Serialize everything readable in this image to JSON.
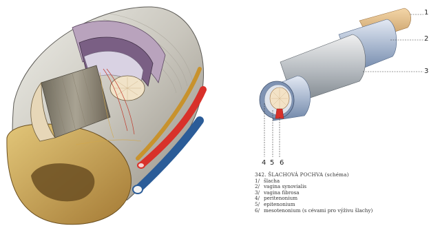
{
  "figure": {
    "callouts": [
      "1",
      "2",
      "3",
      "4",
      "5",
      "6"
    ],
    "caption_title": "342. ŠLACHOVÁ POCHVA (schéma)",
    "legend": [
      {
        "num": "1/",
        "text": "šlacha"
      },
      {
        "num": "2/",
        "text": "vagina synovialis"
      },
      {
        "num": "3/",
        "text": "vagina fibrosa"
      },
      {
        "num": "4/",
        "text": "peritenonium"
      },
      {
        "num": "5/",
        "text": "epitenonium"
      },
      {
        "num": "6/",
        "text": "mesotenonium (s cévami pro výživu šlachy)"
      }
    ]
  },
  "colors": {
    "tendon": "#e8c9a0",
    "synovial_sheath": "#a9b8cf",
    "fibrous_sheath": "#9fa9b0",
    "artery": "#d8312a",
    "vein": "#2b5c98",
    "nerve": "#d7a23c",
    "bone": "#c7a052",
    "muscle_sheath": "#8c6f8f"
  }
}
